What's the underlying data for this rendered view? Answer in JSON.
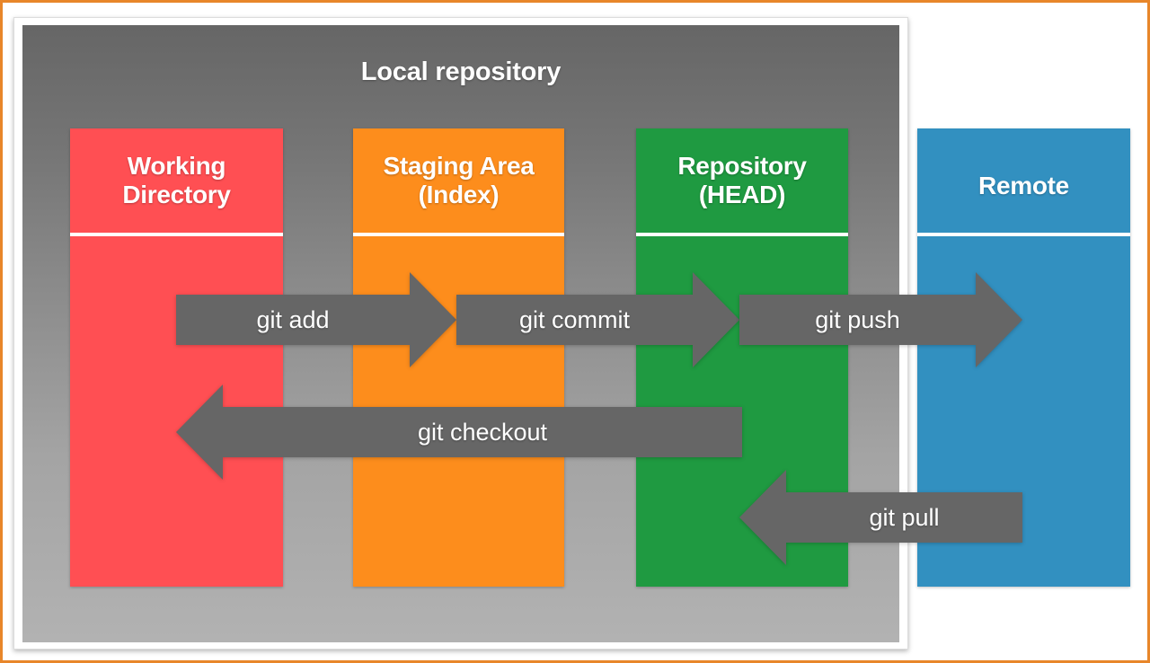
{
  "slide": {
    "border_color": "#e8862a",
    "background": "#ffffff"
  },
  "panel": {
    "title": "Local repository",
    "title_color": "#ffffff",
    "gradient_from": "#666666",
    "gradient_to": "#b2b2b2"
  },
  "columns": [
    {
      "id": "working-directory",
      "title": "Working\nDirectory",
      "color": "#ff4f53",
      "has_divider": true
    },
    {
      "id": "staging-area",
      "title": "Staging Area\n(Index)",
      "color": "#fd8d1c",
      "has_divider": true
    },
    {
      "id": "repository-head",
      "title": "Repository\n(HEAD)",
      "color": "#1f9a41",
      "has_divider": true
    },
    {
      "id": "remote",
      "title": "Remote",
      "color": "#3290c0",
      "has_divider": true
    }
  ],
  "arrows": [
    {
      "id": "git-add",
      "label": "git add",
      "direction": "right",
      "from": "working-directory",
      "to": "staging-area",
      "color": "#666666"
    },
    {
      "id": "git-commit",
      "label": "git commit",
      "direction": "right",
      "from": "staging-area",
      "to": "repository-head",
      "color": "#666666"
    },
    {
      "id": "git-push",
      "label": "git push",
      "direction": "right",
      "from": "repository-head",
      "to": "remote",
      "color": "#666666"
    },
    {
      "id": "git-checkout",
      "label": "git checkout",
      "direction": "left",
      "from": "repository-head",
      "to": "working-directory",
      "color": "#666666"
    },
    {
      "id": "git-pull",
      "label": "git pull",
      "direction": "left",
      "from": "remote",
      "to": "repository-head",
      "color": "#666666"
    }
  ],
  "chart_data": {
    "type": "diagram",
    "title": "Local repository",
    "nodes": [
      "Working Directory",
      "Staging Area (Index)",
      "Repository (HEAD)",
      "Remote"
    ],
    "edges": [
      {
        "label": "git add",
        "source": "Working Directory",
        "target": "Staging Area (Index)"
      },
      {
        "label": "git commit",
        "source": "Staging Area (Index)",
        "target": "Repository (HEAD)"
      },
      {
        "label": "git push",
        "source": "Repository (HEAD)",
        "target": "Remote"
      },
      {
        "label": "git checkout",
        "source": "Repository (HEAD)",
        "target": "Working Directory"
      },
      {
        "label": "git pull",
        "source": "Remote",
        "target": "Repository (HEAD)"
      }
    ]
  }
}
